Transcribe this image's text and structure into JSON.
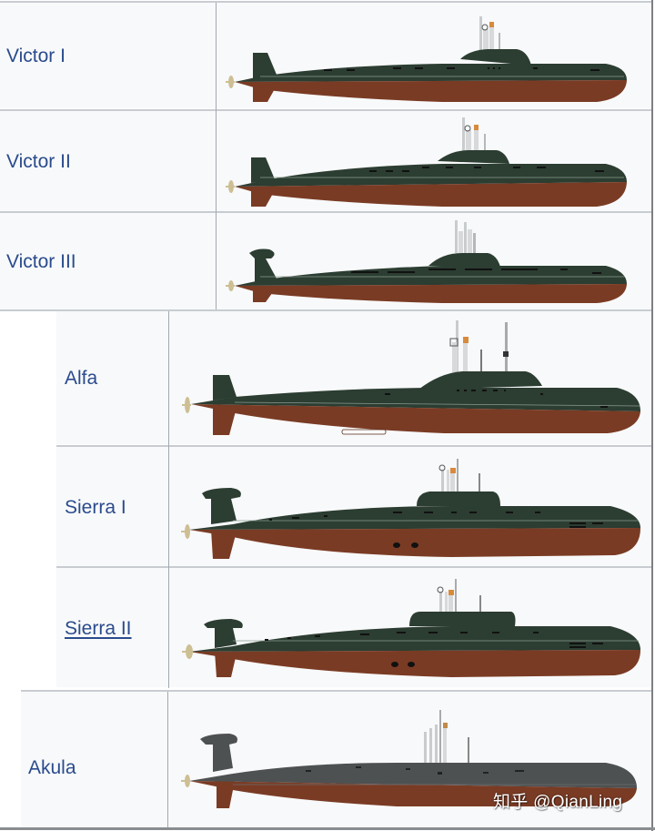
{
  "table": {
    "rows": [
      {
        "class_name": "Victor I",
        "linked": false,
        "image": "victor-i-submarine-profile"
      },
      {
        "class_name": "Victor II",
        "linked": false,
        "image": "victor-ii-submarine-profile"
      },
      {
        "class_name": "Victor III",
        "linked": false,
        "image": "victor-iii-submarine-profile"
      },
      {
        "class_name": "Alfa",
        "linked": false,
        "image": "alfa-submarine-profile"
      },
      {
        "class_name": "Sierra I",
        "linked": false,
        "image": "sierra-i-submarine-profile"
      },
      {
        "class_name": "Sierra II",
        "linked": true,
        "image": "sierra-ii-submarine-profile"
      },
      {
        "class_name": "Akula",
        "linked": false,
        "image": "akula-submarine-profile"
      }
    ]
  },
  "colors": {
    "link": "#2a4b8d",
    "cell_bg": "#f8f9fa",
    "border": "#c8ccd1",
    "hull_green": "#2c3d32",
    "hull_gray": "#4e5152",
    "hull_red": "#7a3b24",
    "propeller": "#cdbf94"
  },
  "watermark": {
    "text": "知乎 @QianLing"
  }
}
